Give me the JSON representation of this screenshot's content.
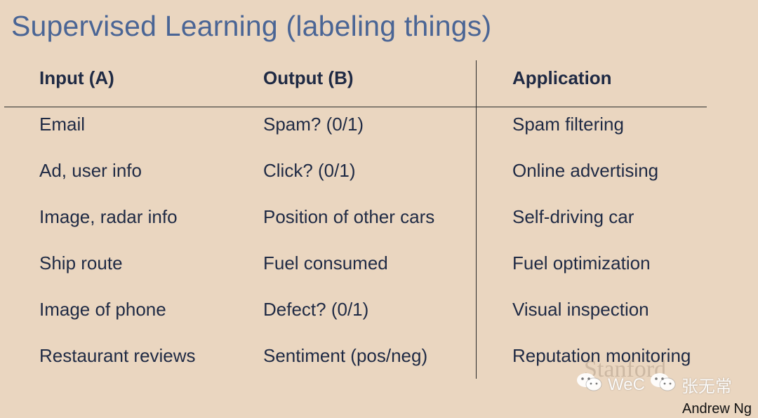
{
  "title": "Supervised Learning (labeling things)",
  "headers": {
    "input": "Input (A)",
    "output": "Output (B)",
    "application": "Application"
  },
  "rows": [
    {
      "input": "Email",
      "output": "Spam? (0/1)",
      "application": "Spam filtering"
    },
    {
      "input": "Ad, user info",
      "output": "Click? (0/1)",
      "application": "Online advertising"
    },
    {
      "input": "Image, radar info",
      "output": "Position of other cars",
      "application": "Self-driving car"
    },
    {
      "input": "Ship route",
      "output": "Fuel consumed",
      "application": "Fuel optimization"
    },
    {
      "input": "Image of phone",
      "output": "Defect? (0/1)",
      "application": "Visual inspection"
    },
    {
      "input": "Restaurant reviews",
      "output": "Sentiment (pos/neg)",
      "application": "Reputation monitoring"
    }
  ],
  "branding": {
    "institution": "Stanford",
    "watermark_left": "WeC",
    "watermark_right": "张无常",
    "author": "Andrew Ng"
  },
  "colors": {
    "background": "#ead6c0",
    "title": "#4a6595",
    "text": "#1f2a44"
  },
  "icons": {
    "watermark": "wechat-icon"
  }
}
